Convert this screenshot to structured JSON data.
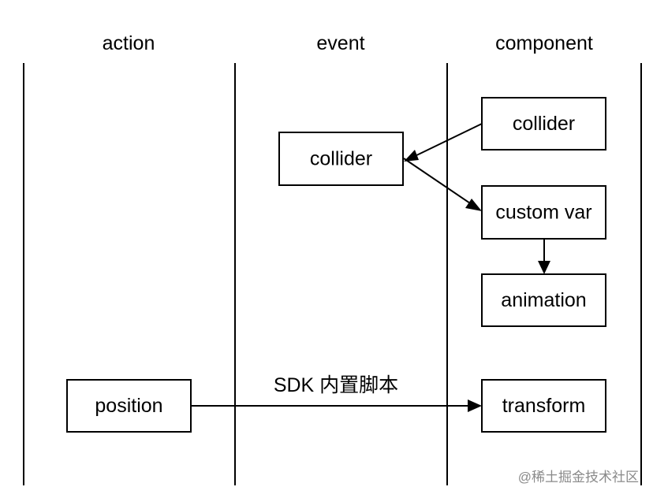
{
  "lanes": {
    "action": "action",
    "event": "event",
    "component": "component"
  },
  "nodes": {
    "component_collider": "collider",
    "event_collider": "collider",
    "custom_var": "custom var",
    "animation": "animation",
    "position": "position",
    "transform": "transform"
  },
  "edges": {
    "position_to_transform_label": "SDK 内置脚本"
  },
  "watermark": "@稀土掘金技术社区",
  "colors": {
    "stroke": "#000000",
    "background": "#ffffff",
    "watermark": "#8a8a8a"
  }
}
